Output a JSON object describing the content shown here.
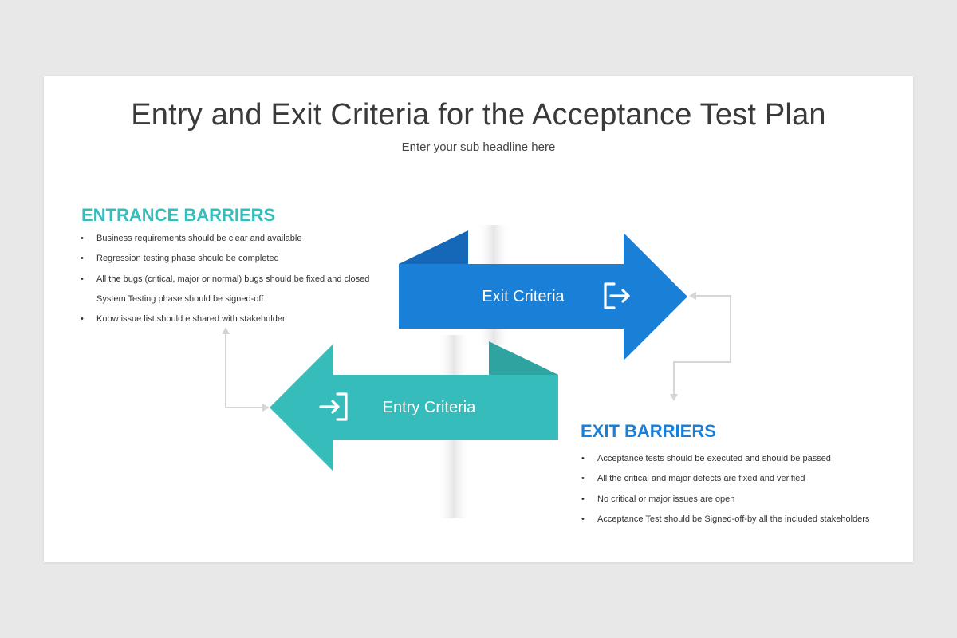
{
  "title": "Entry and Exit Criteria for the Acceptance Test Plan",
  "subtitle": "Enter your sub headline here",
  "entrance": {
    "heading": "ENTRANCE BARRIERS",
    "items": [
      {
        "text": "Business requirements should be clear and available",
        "bullet": true
      },
      {
        "text": "Regression testing phase should be completed",
        "bullet": true
      },
      {
        "text": "All the bugs (critical, major or normal) bugs should be fixed and closed",
        "bullet": true
      },
      {
        "text": "System Testing phase should be signed-off",
        "bullet": false
      },
      {
        "text": "Know issue list should e shared with stakeholder",
        "bullet": true
      }
    ]
  },
  "exit": {
    "heading": "EXIT BARRIERS",
    "items": [
      {
        "text": "Acceptance tests should be executed and should be passed",
        "bullet": true
      },
      {
        "text": "All the critical and major defects are fixed and verified",
        "bullet": true
      },
      {
        "text": "No critical or major issues are open",
        "bullet": true
      },
      {
        "text": "Acceptance Test should be Signed-off-by all the included stakeholders",
        "bullet": true
      }
    ]
  },
  "arrows": {
    "exit_label": "Exit Criteria",
    "entry_label": "Entry Criteria",
    "exit_icon": "logout-icon",
    "entry_icon": "login-icon"
  },
  "colors": {
    "teal": "#35bcbb",
    "teal_dark": "#2fa39f",
    "blue": "#1a7fd6",
    "blue_dark": "#1568b8",
    "connector": "#d6d6d6",
    "bullet_symbol": "•"
  }
}
